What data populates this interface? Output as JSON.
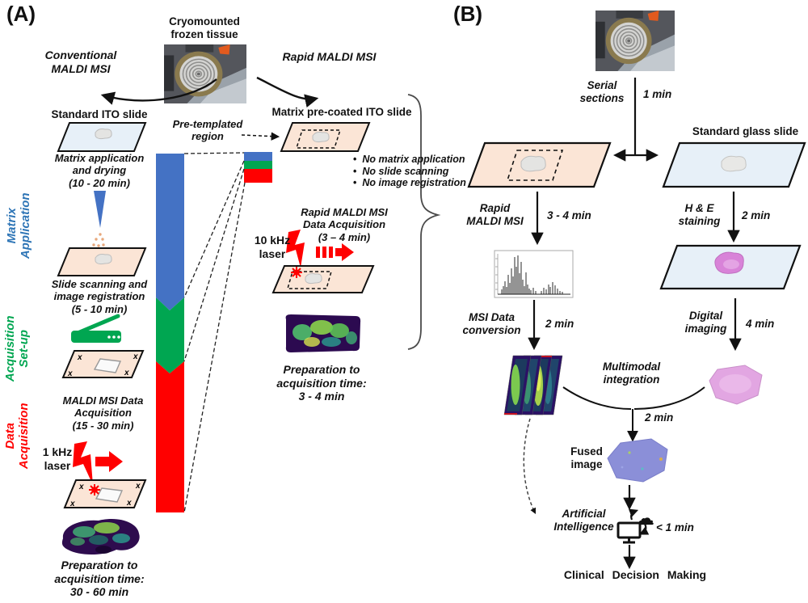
{
  "figure": {
    "type": "workflow-diagram",
    "description_visible_panels": [
      "A",
      "B"
    ]
  },
  "colors": {
    "matrix_application_blue": "#4472C4",
    "acquisition_setup_green": "#00A651",
    "data_acquisition_red": "#FF0000",
    "ito_slide_peach": "#FBE5D6",
    "glass_slide_blue": "#E7F0F8",
    "he_pink": "#D883D8",
    "fused_purple": "#8B8FD8",
    "msi_dark_purple": "#2B1166"
  },
  "icons": {
    "cloud": "☁"
  },
  "panel_a": {
    "label": "(A)",
    "cryo_caption": "Cryomounted\nfrozen tissue",
    "conventional_title": "Conventional\nMALDI MSI",
    "rapid_title": "Rapid  MALDI MSI",
    "standard_slide_title": "Standard ITO slide",
    "matrix_step": "Matrix application\nand drying\n(10 - 20 min)",
    "scan_step": "Slide scanning and\nimage registration\n(5 - 10 min)",
    "acq_step": "MALDI MSI Data\nAcquisition\n(15 - 30 min)",
    "laser_conventional": "1 kHz\nlaser",
    "prep_conventional": "Preparation to\nacquisition time:\n30 - 60 min",
    "pretemplated_label": "Pre-templated\nregion",
    "precoated_slide_title": "Matrix pre-coated ITO slide",
    "bullets": [
      "No matrix application",
      "No slide scanning",
      "No image registration"
    ],
    "rapid_acq_step": "Rapid MALDI MSI\nData Acquisition\n(3 – 4 min)",
    "laser_rapid": "10 kHz\nlaser",
    "prep_rapid": "Preparation to\nacquisition time:\n3 - 4 min",
    "fiducial": "x",
    "side_labels": [
      {
        "text": "Matrix\nApplication",
        "color": "#2E75B6"
      },
      {
        "text": "Acquisition\nSet-up",
        "color": "#00A651"
      },
      {
        "text": "Data\nAcquisition",
        "color": "#FF0000"
      }
    ]
  },
  "panel_b": {
    "label": "(B)",
    "serial_sections": "Serial\nsections",
    "time_serial": "1 min",
    "glass_slide_title": "Standard glass slide",
    "rapid_maldi": "Rapid\nMALDI MSI",
    "time_rapid": "3 - 4 min",
    "he_staining": "H & E\nstaining",
    "time_he": "2 min",
    "msi_conversion": "MSI Data\nconversion",
    "time_conversion": "2 min",
    "digital_imaging": "Digital\nimaging",
    "time_digital": "4 min",
    "multimodal": "Multimodal\nintegration",
    "time_fusion": "2 min",
    "fused_image": "Fused\nimage",
    "artificial_intelligence": "Artificial\nIntelligence",
    "time_ai": "< 1 min",
    "clinical": "Clinical Decision Making"
  }
}
